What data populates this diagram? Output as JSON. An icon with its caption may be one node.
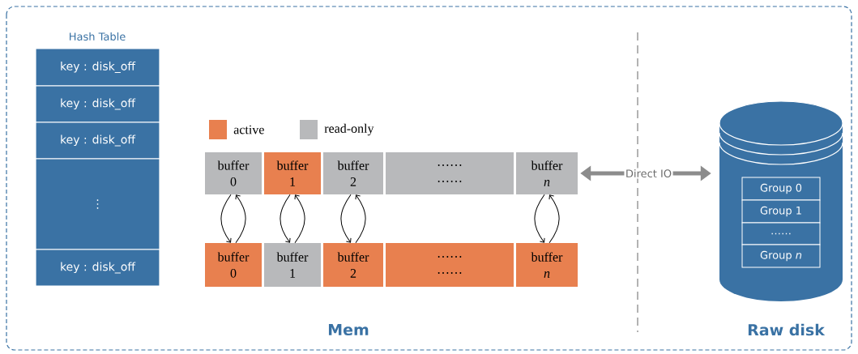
{
  "diagram": {
    "nodes": [
      {
        "text": [
          "key : disk_off"
        ]
      },
      {
        "text": [
          "key : disk_off"
        ]
      },
      {
        "text": [
          "key : disk_off"
        ]
      },
      {
        "text": [
          "⋮"
        ]
      },
      {
        "text": [
          "key : disk_off"
        ]
      },
      {
        "text": [
          "buffer 0"
        ]
      },
      {
        "text": [
          "buffer 1"
        ]
      },
      {
        "text": [
          "buffer 2"
        ]
      },
      {
        "text": [
          "…… ……"
        ]
      },
      {
        "text": [
          "buffer *n*"
        ]
      },
      {
        "text": [
          "buffer 0"
        ]
      },
      {
        "text": [
          "buffer 1"
        ]
      },
      {
        "text": [
          "buffer 2"
        ]
      },
      {
        "text": [
          "…… ……"
        ]
      },
      {
        "text": [
          "buffer *n*"
        ]
      },
      {
        "text": [],
        "shape": "cylinder"
      },
      {
        "text": [
          "Group 0"
        ],
        "in": 15
      },
      {
        "text": [
          "Group 1"
        ],
        "in": 15
      },
      {
        "text": [
          "……"
        ],
        "in": 15
      },
      {
        "text": [
          "Group *n*"
        ],
        "in": 15
      }
    ],
    "edges": [
      {
        "from": 5,
        "to": 10,
        "arrow": "to"
      },
      {
        "from": 10,
        "to": 5,
        "arrow": "to"
      },
      {
        "from": 6,
        "to": 11,
        "arrow": "to"
      },
      {
        "from": 11,
        "to": 6,
        "arrow": "to"
      },
      {
        "from": 7,
        "to": 12,
        "arrow": "to"
      },
      {
        "from": 12,
        "to": 7,
        "arrow": "to"
      },
      {
        "from": 9,
        "to": 14,
        "arrow": "to"
      },
      {
        "from": 14,
        "to": 9,
        "arrow": "to"
      },
      {
        "from": 9,
        "to": 15,
        "arrow": "both",
        "label": "Direct IO",
        "style": "thick",
        "color": "#8c8c8c"
      }
    ],
    "labels": [
      "Hash Table",
      "Mem",
      "Raw disk"
    ],
    "legend": [
      {
        "text": "active",
        "color": "#e8804f"
      },
      {
        "text": "read-only",
        "color": "#b8b9bb"
      }
    ]
  }
}
